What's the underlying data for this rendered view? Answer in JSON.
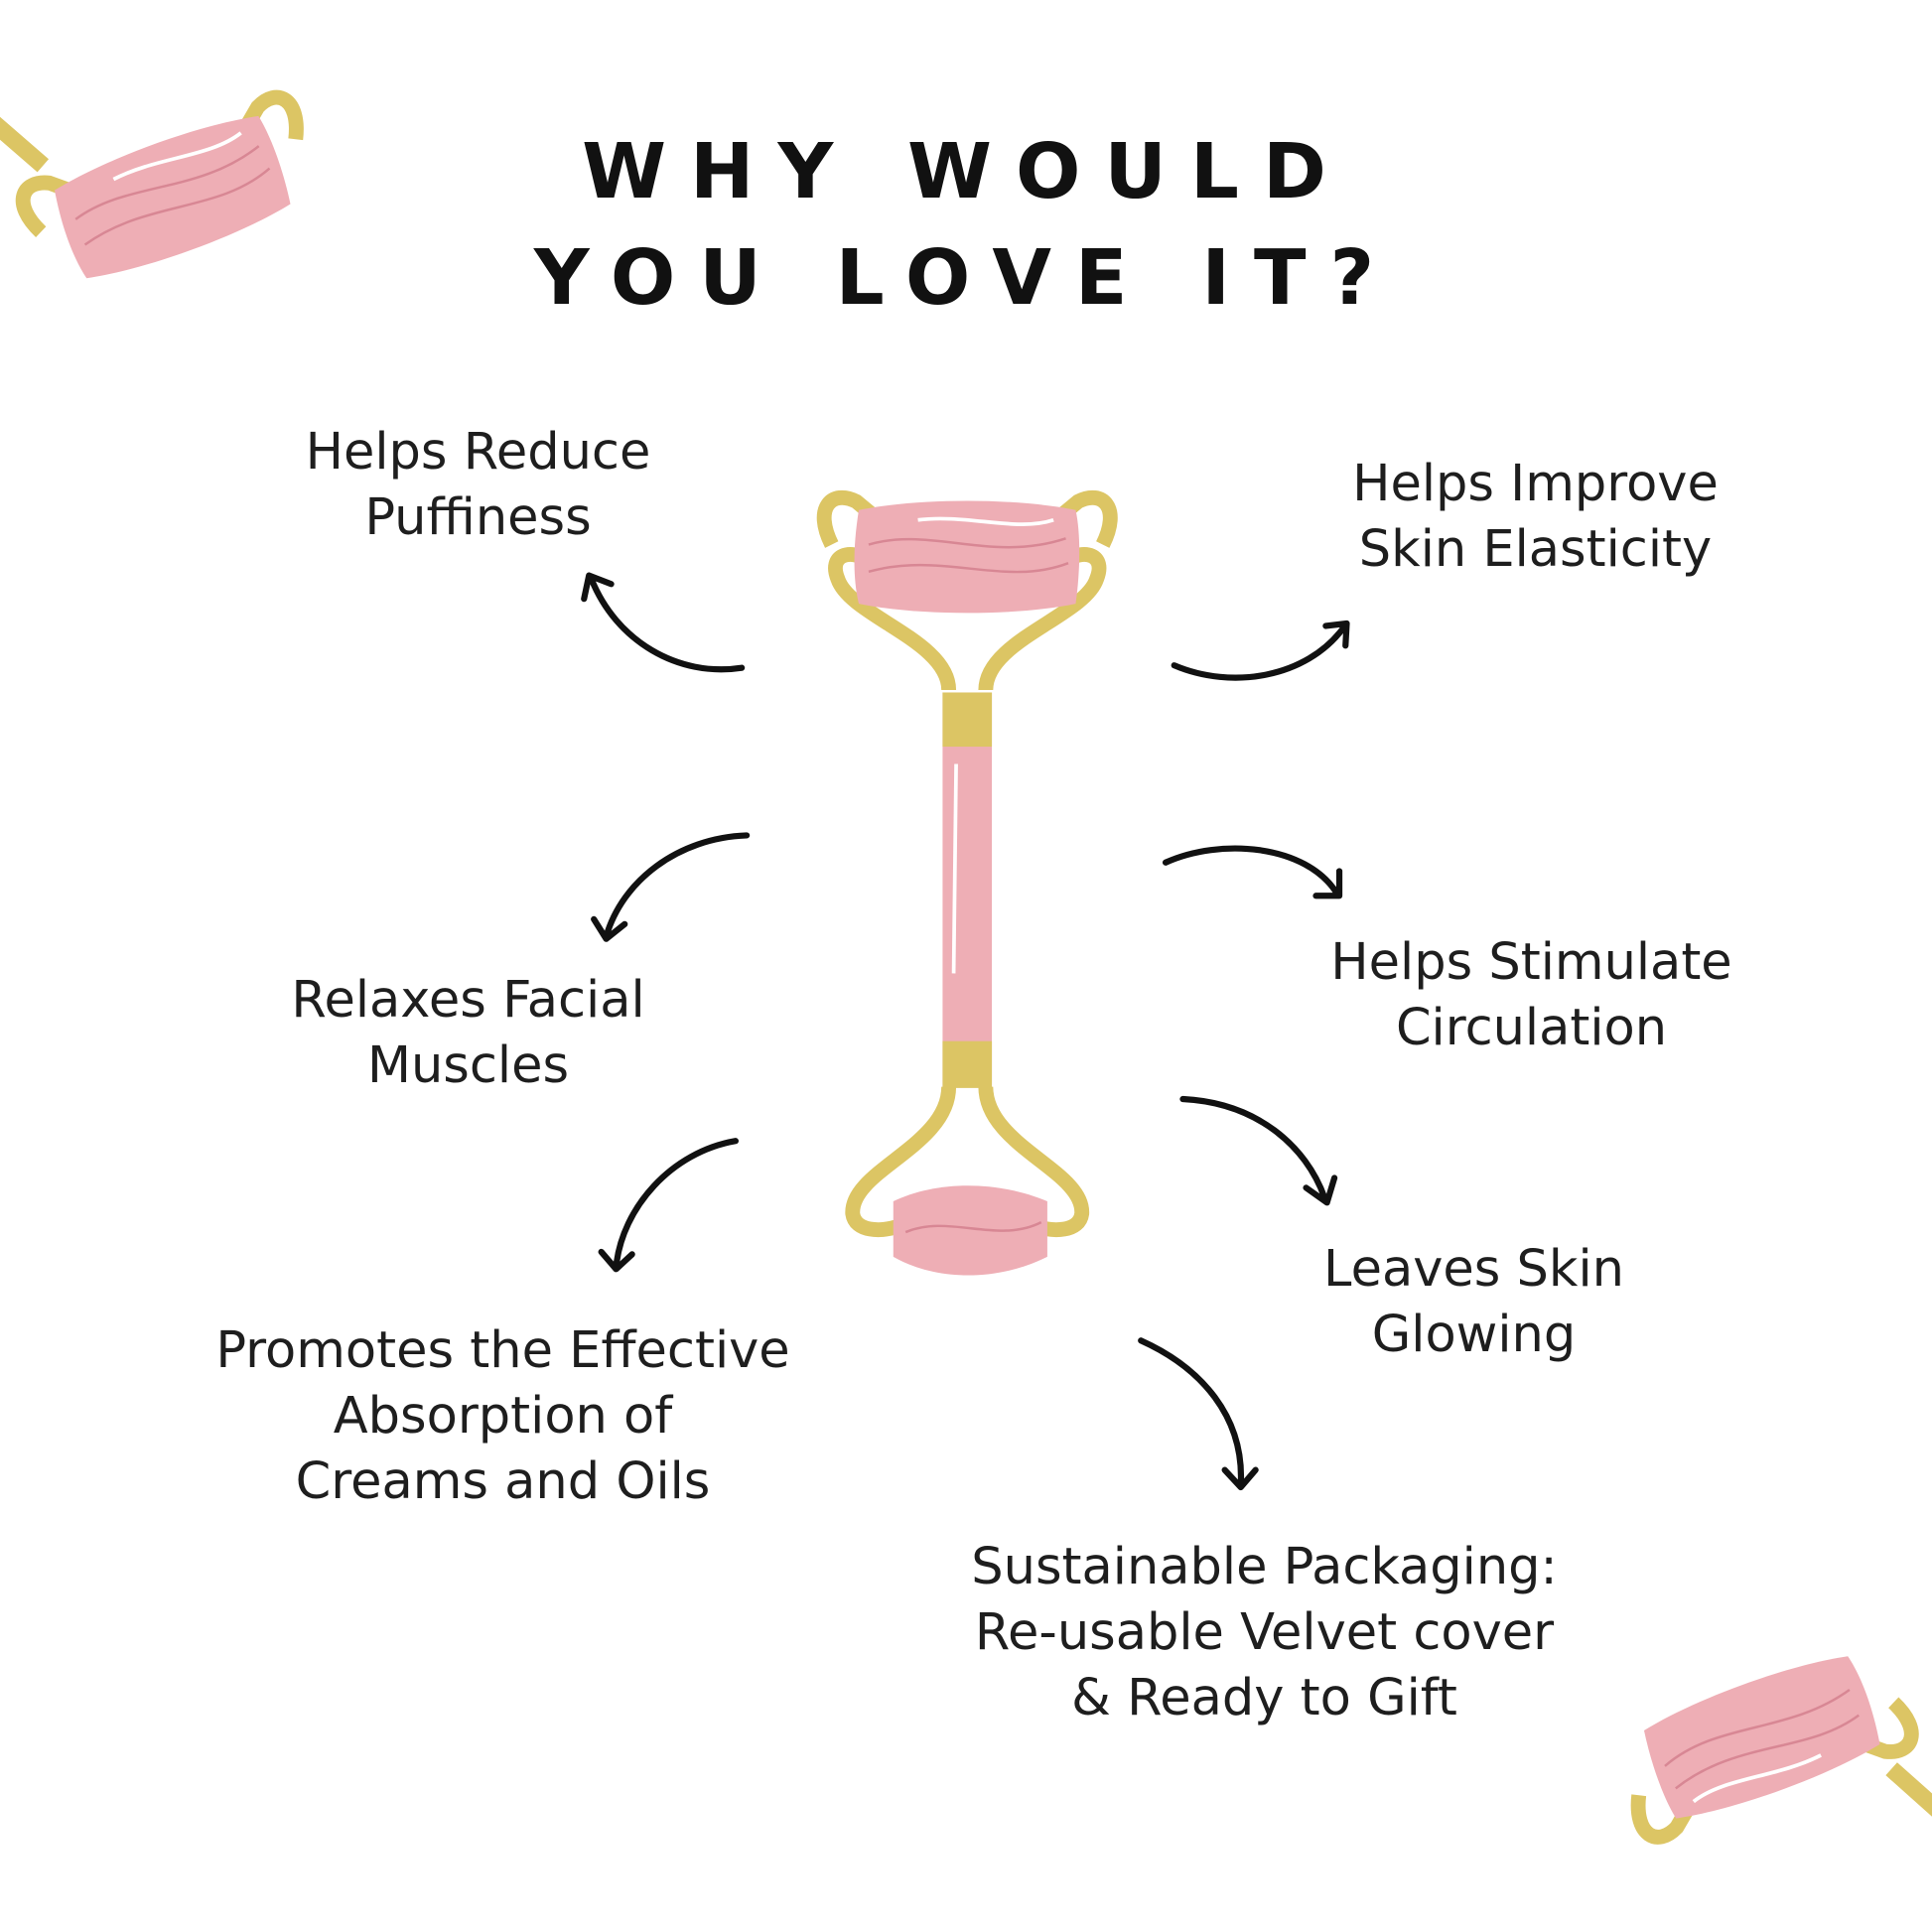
{
  "title": {
    "line1": "WHY WOULD",
    "line2": "YOU LOVE IT?"
  },
  "features": [
    {
      "lines": [
        "Helps Reduce",
        "Puffiness"
      ]
    },
    {
      "lines": [
        "Helps Improve",
        "Skin Elasticity"
      ]
    },
    {
      "lines": [
        "Relaxes Facial",
        "Muscles"
      ]
    },
    {
      "lines": [
        "Helps Stimulate",
        "Circulation"
      ]
    },
    {
      "lines": [
        "Promotes the Effective",
        "Absorption of",
        "Creams and Oils"
      ]
    },
    {
      "lines": [
        "Leaves Skin",
        "Glowing"
      ]
    },
    {
      "lines": [
        "Sustainable Packaging:",
        "Re-usable Velvet cover",
        "& Ready to Gift"
      ]
    }
  ],
  "colors": {
    "pink": "#eeaeb5",
    "gold": "#dcc564",
    "text": "#1e1e1e"
  }
}
